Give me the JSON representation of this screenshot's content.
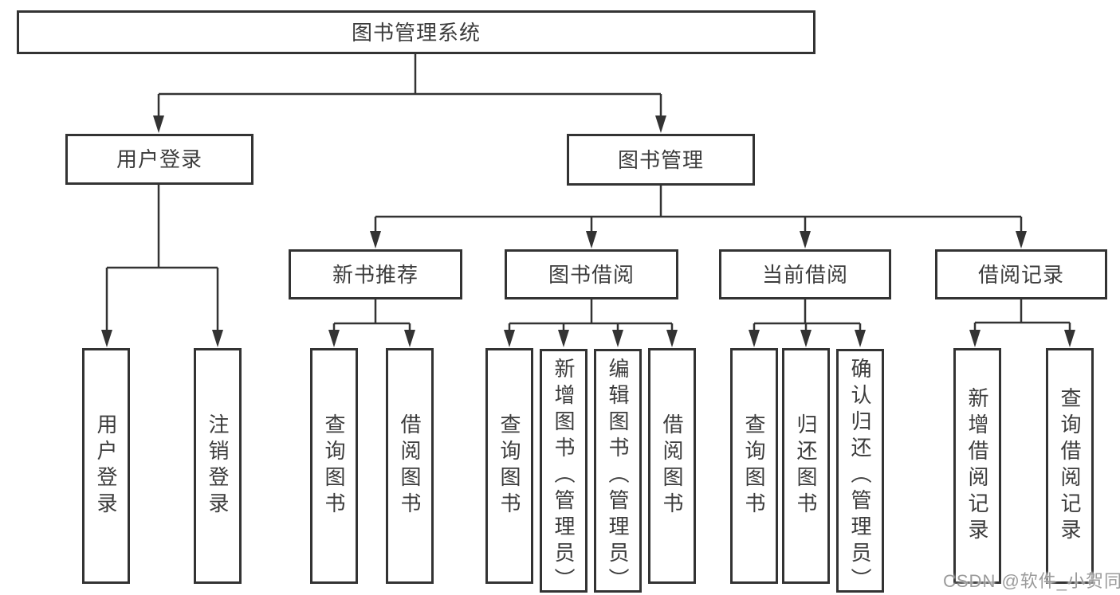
{
  "diagram_title": "图书管理系统",
  "colors": {
    "line": "#333333",
    "box_border": "#333333",
    "text": "#3c3c3c",
    "background": "#ffffff",
    "watermark_text": "#969696"
  },
  "tree": {
    "root": "图书管理系统",
    "branches": [
      {
        "label": "用户登录",
        "children": [
          "用户登录",
          "注销登录"
        ]
      },
      {
        "label": "图书管理",
        "sections": [
          {
            "label": "新书推荐",
            "children": [
              "查询图书",
              "借阅图书"
            ]
          },
          {
            "label": "图书借阅",
            "children": [
              "查询图书",
              "新增图书（管理员）",
              "编辑图书（管理员）",
              "借阅图书"
            ]
          },
          {
            "label": "当前借阅",
            "children": [
              "查询图书",
              "归还图书",
              "确认归还（管理员）"
            ]
          },
          {
            "label": "借阅记录",
            "children": [
              "新增借阅记录",
              "查询借阅记录"
            ]
          }
        ]
      }
    ]
  },
  "watermark": "CSDN @软件_小贺同学"
}
